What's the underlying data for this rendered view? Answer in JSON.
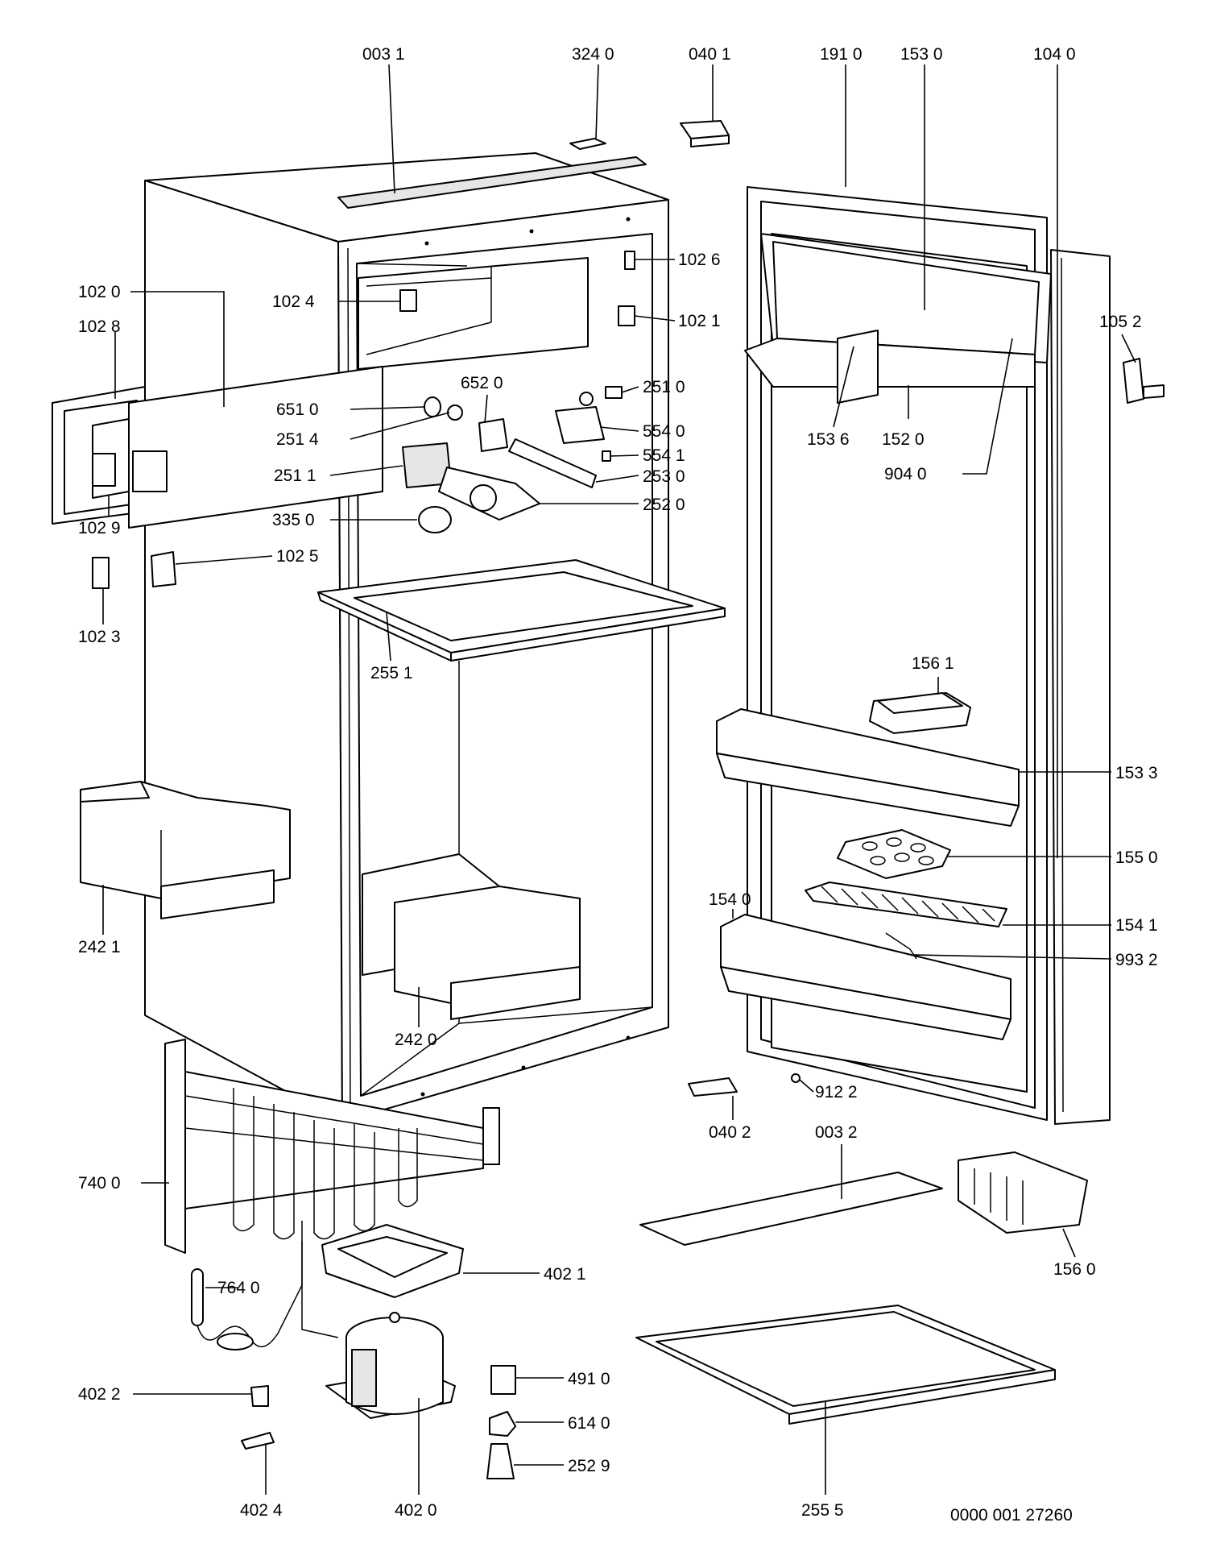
{
  "labels": {
    "l0031": "003 1",
    "l3240": "324 0",
    "l0401": "040 1",
    "l1910": "191 0",
    "l1530": "153 0",
    "l1040": "104 0",
    "l1026": "102 6",
    "l1020": "102 0",
    "l1028": "102 8",
    "l1024": "102 4",
    "l1021": "102 1",
    "l1052": "105 2",
    "l6520": "652 0",
    "l2510": "251 0",
    "l6510": "651 0",
    "l2514": "251 4",
    "l5540": "554 0",
    "l5541": "554 1",
    "l2511": "251 1",
    "l2530": "253 0",
    "l1536": "153 6",
    "l1520": "152 0",
    "l9040": "904 0",
    "l2520": "252 0",
    "l3350": "335 0",
    "l1029": "102 9",
    "l1025": "102 5",
    "l1023": "102 3",
    "l2551": "255 1",
    "l1561": "156 1",
    "l1533": "153 3",
    "l1550": "155 0",
    "l2421": "242 1",
    "l1540": "154 0",
    "l1541": "154 1",
    "l9932": "993 2",
    "l2420": "242 0",
    "l9122": "912 2",
    "l0402": "040 2",
    "l0032": "003 2",
    "l7400": "740 0",
    "l1560": "156 0",
    "l4021": "402 1",
    "l7640": "764 0",
    "l4910": "491 0",
    "l4022": "402 2",
    "l6140": "614 0",
    "l2529": "252 9",
    "l4024": "402 4",
    "l4020": "402 0",
    "l2555": "255 5",
    "ref": "0000 001 27260"
  }
}
